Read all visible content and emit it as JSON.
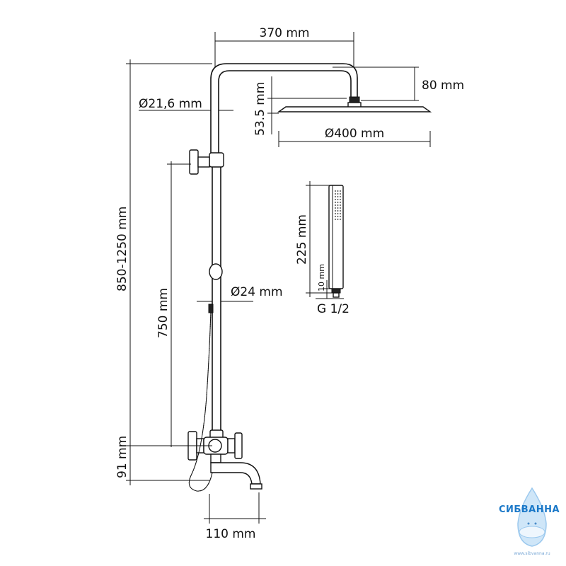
{
  "dimensions": {
    "arm_length": "370 mm",
    "arm_drop": "80 mm",
    "rain_head_thickness": "53.5 mm",
    "rain_head_diameter": "Ø400 mm",
    "upper_pipe_diameter": "Ø21,6 mm",
    "lower_pipe_diameter": "Ø24 mm",
    "total_height": "850-1250 mm",
    "slide_height": "750 mm",
    "mixer_height": "91 mm",
    "spout_reach": "110 mm",
    "hand_shower_length": "225 mm",
    "hand_shower_connector": "10 mm",
    "thread": "G 1/2"
  },
  "watermark": {
    "brand": "СИБВАННА",
    "url": "www.sibvanna.ru"
  },
  "colors": {
    "line": "#111111",
    "logo_blue": "#1a78c8",
    "logo_drop": "#9cc9ee"
  }
}
